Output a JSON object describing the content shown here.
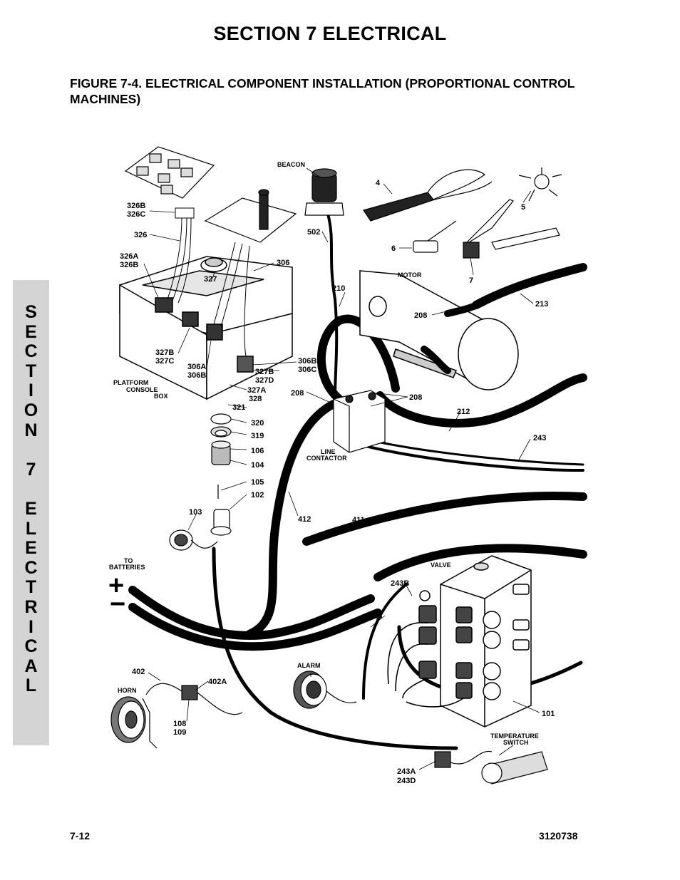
{
  "header": {
    "section_title": "SECTION 7    ELECTRICAL",
    "figure_title": "FIGURE 7-4. ELECTRICAL COMPONENT INSTALLATION (PROPORTIONAL CONTROL MACHINES)"
  },
  "side_tab": {
    "letters": [
      "S",
      "E",
      "C",
      "T",
      "I",
      "O",
      "N",
      " ",
      "7",
      " ",
      "E",
      "L",
      "E",
      "C",
      "T",
      "R",
      "I",
      "C",
      "A",
      "L"
    ]
  },
  "diagram": {
    "labels": {
      "beacon": "BEACON",
      "n4": "4",
      "n5": "5",
      "n6": "6",
      "n7": "7",
      "n326bc": [
        "326B",
        "326C"
      ],
      "n326": "326",
      "n326ab": [
        "326A",
        "326B"
      ],
      "n327": "327",
      "n306": "306",
      "n502": "502",
      "motor": "MOTOR",
      "n210": "210",
      "n213": "213",
      "n208a": "208",
      "n327bc": [
        "327B",
        "327C"
      ],
      "n306ab": [
        "306A",
        "306B"
      ],
      "n306bc": [
        "306B",
        "306C"
      ],
      "n327bd": [
        "327B",
        "327D"
      ],
      "platform_console_box": [
        "PLATFORM",
        "CONSOLE",
        "BOX"
      ],
      "n327a_328": [
        "327A",
        "328"
      ],
      "n208b": "208",
      "n208c": "208",
      "n321": "321",
      "n212": "212",
      "n320": "320",
      "n319": "319",
      "n243a": "243",
      "line_contactor": [
        "LINE",
        "CONTACTOR"
      ],
      "n106": "106",
      "n104": "104",
      "n105": "105",
      "n102": "102",
      "n103": "103",
      "n412": "412",
      "n411": "411",
      "to_batteries": [
        "TO",
        "BATTERIES"
      ],
      "plus": "+",
      "minus": "−",
      "valve": "VALVE",
      "n243b": "243B",
      "n243c": "243",
      "n402": "402",
      "alarm": "ALARM",
      "n402a": "402A",
      "horn": "HORN",
      "n108_109": [
        "108",
        "109"
      ],
      "n101": "101",
      "temperature_switch": [
        "TEMPERATURE",
        "SWITCH"
      ],
      "n243ad": [
        "243A",
        "243D"
      ]
    }
  },
  "footer": {
    "page_number": "7-12",
    "doc_number": "3120738"
  }
}
